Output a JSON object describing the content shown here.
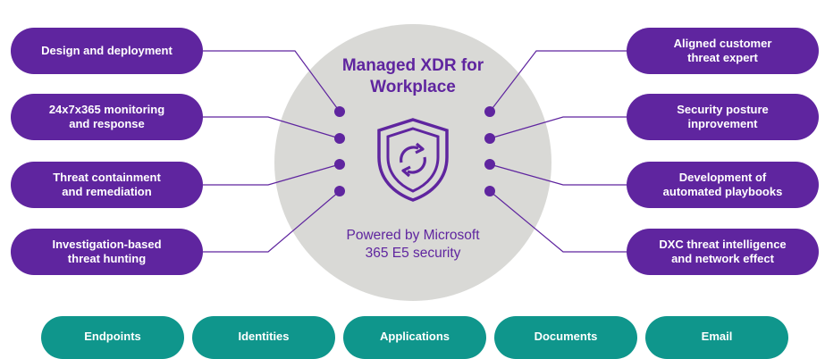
{
  "center": {
    "title": "Managed XDR for\nWorkplace",
    "subtitle": "Powered by Microsoft\n365 E5 security",
    "icon": "shield-refresh-icon"
  },
  "left_items": [
    "Design and deployment",
    "24x7x365 monitoring\nand response",
    "Threat containment\nand remediation",
    "Investigation-based\nthreat hunting"
  ],
  "right_items": [
    "Aligned customer\nthreat expert",
    "Security posture\ninprovement",
    "Development of\nautomated playbooks",
    "DXC threat intelligence\nand network effect"
  ],
  "bottom_items": [
    "Endpoints",
    "Identities",
    "Applications",
    "Documents",
    "Email"
  ],
  "colors": {
    "purple": "#5f259f",
    "teal": "#0f968c",
    "circle": "#d9d9d6"
  }
}
